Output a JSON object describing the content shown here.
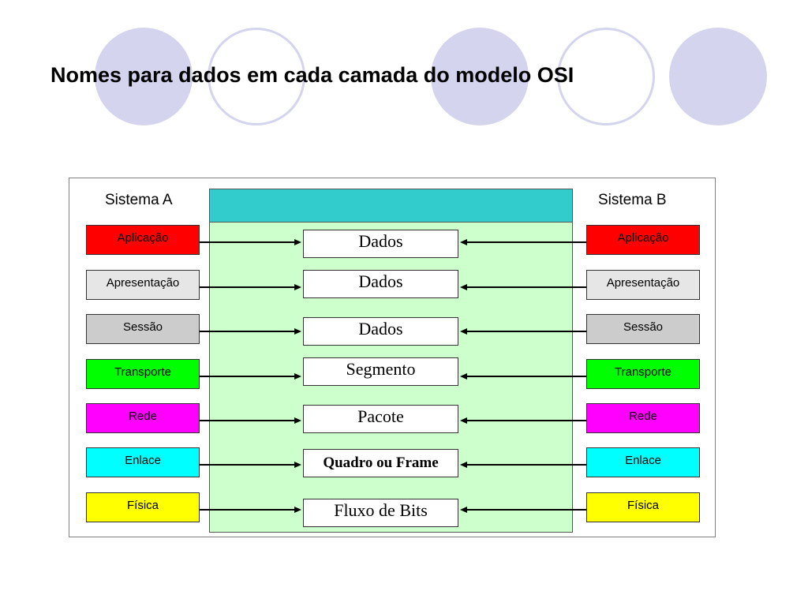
{
  "title": "Nomes para dados em cada camada do modelo OSI",
  "system_a": {
    "label": "Sistema A"
  },
  "system_b": {
    "label": "Sistema B"
  },
  "layers": [
    {
      "name": "Aplicação",
      "color": "#ff0000",
      "text_color": "#000000"
    },
    {
      "name": "Apresentação",
      "color": "#e6e6e6",
      "text_color": "#000000"
    },
    {
      "name": "Sessão",
      "color": "#cccccc",
      "text_color": "#000000"
    },
    {
      "name": "Transporte",
      "color": "#00ff00",
      "text_color": "#000000"
    },
    {
      "name": "Rede",
      "color": "#ff00ff",
      "text_color": "#000000"
    },
    {
      "name": "Enlace",
      "color": "#00ffff",
      "text_color": "#000000"
    },
    {
      "name": "Física",
      "color": "#ffff00",
      "text_color": "#000000"
    }
  ],
  "data_units": [
    "Dados",
    "Dados",
    "Dados",
    "Segmento",
    "Pacote",
    "Quadro ou Frame",
    "Fluxo de Bits"
  ],
  "colors": {
    "circle_fill": "#d4d4ee",
    "panel_bg": "#ccffcc",
    "panel_header": "#33cccc"
  }
}
